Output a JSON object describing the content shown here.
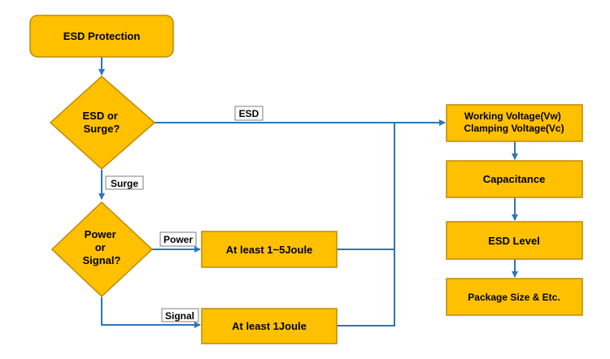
{
  "colors": {
    "node_fill": "#ffc000",
    "node_stroke": "#c08a00",
    "connector": "#2e75b6",
    "label_box_stroke": "#7f7f7f"
  },
  "nodes": {
    "esd_protection": "ESD Protection",
    "esd_or_surge": [
      "ESD or",
      "Surge?"
    ],
    "power_or_signal": [
      "Power",
      "or",
      "Signal?"
    ],
    "at_least_1_5_joule": "At least 1~5Joule",
    "at_least_1_joule": "At least 1Joule",
    "working_clamping_voltage": [
      "Working Voltage(Vw)",
      "Clamping Voltage(Vc)"
    ],
    "capacitance": "Capacitance",
    "esd_level": "ESD Level",
    "package_size": "Package Size & Etc."
  },
  "edge_labels": {
    "esd": "ESD",
    "surge": "Surge",
    "power": "Power",
    "signal": "Signal"
  }
}
